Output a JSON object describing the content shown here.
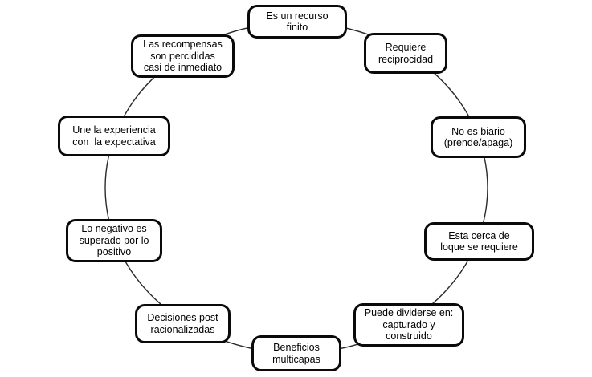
{
  "diagram": {
    "type": "cycle-diagram",
    "node_count": 10,
    "colors": {
      "background": "#ffffff",
      "box_fill": "#ffffff",
      "box_border": "#0a0a0a",
      "text": "#000000",
      "ellipse_line": "#2b2b2b"
    },
    "nodes": [
      {
        "id": "top",
        "label": "Es un recurso\nfinito"
      },
      {
        "id": "top-right",
        "label": "Requiere\nreciprocidad"
      },
      {
        "id": "right-upper",
        "label": "No es biario\n(prende/apaga)"
      },
      {
        "id": "right-lower",
        "label": "Esta cerca de\nloque se requiere"
      },
      {
        "id": "bottom-right",
        "label": "Puede dividerse en:\ncapturado y\nconstruido"
      },
      {
        "id": "bottom",
        "label": "Beneficios\nmulticapas"
      },
      {
        "id": "bottom-left",
        "label": "Decisiones post\nracionalizadas"
      },
      {
        "id": "left-lower",
        "label": "Lo negativo es\nsuperado por lo\npositivo"
      },
      {
        "id": "left-upper",
        "label": "Une la experiencia\ncon  la expectativa"
      },
      {
        "id": "top-left",
        "label": "Las recompensas\nson percididas\ncasi de inmediato"
      }
    ]
  }
}
